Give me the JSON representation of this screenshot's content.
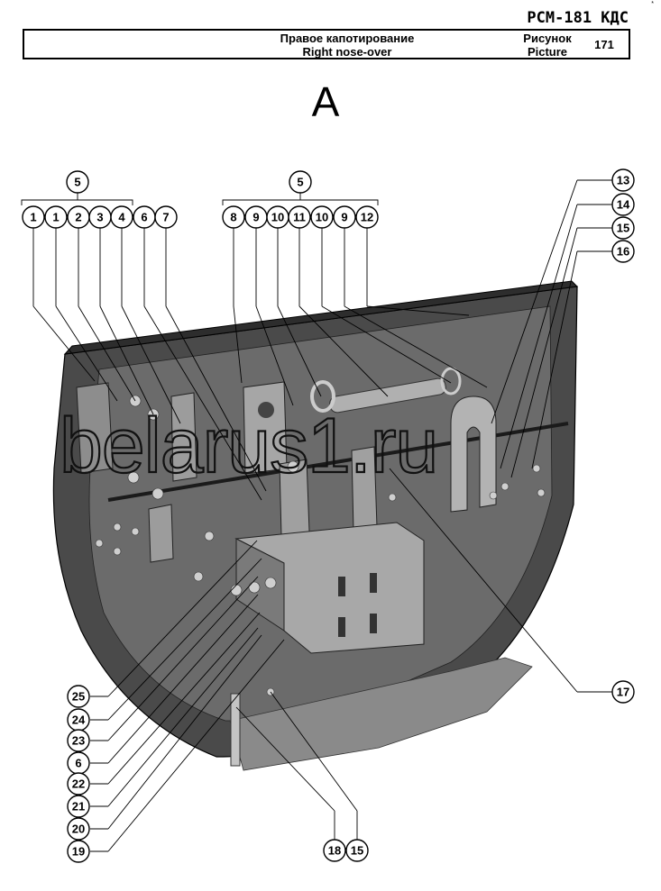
{
  "document": {
    "model": "РСМ-181 КДС",
    "corner_mark": "*"
  },
  "header": {
    "title_ru": "Правое капотирование",
    "title_en": "Right nose-over",
    "picture_label_ru": "Рисунок",
    "picture_label_en": "Picture",
    "picture_number": "171"
  },
  "view_label": "A",
  "watermark": "belarus1.ru",
  "groups": [
    {
      "id": "top-left",
      "label": "5"
    },
    {
      "id": "top-middle",
      "label": "5"
    }
  ],
  "callouts": {
    "top_left": [
      "1",
      "1",
      "2",
      "3",
      "4",
      "6",
      "7"
    ],
    "top_middle": [
      "8",
      "9",
      "10",
      "11",
      "10",
      "9",
      "12"
    ],
    "right": [
      "13",
      "14",
      "15",
      "16",
      "17"
    ],
    "left": [
      "25",
      "24",
      "23",
      "6",
      "22",
      "21",
      "20",
      "19"
    ],
    "bottom": [
      "18",
      "15"
    ]
  },
  "colors": {
    "panel_dark": "#3a3a3a",
    "panel_mid": "#5a5a5a",
    "panel_light": "#8a8a8a",
    "bracket": "#9c9c9c"
  }
}
